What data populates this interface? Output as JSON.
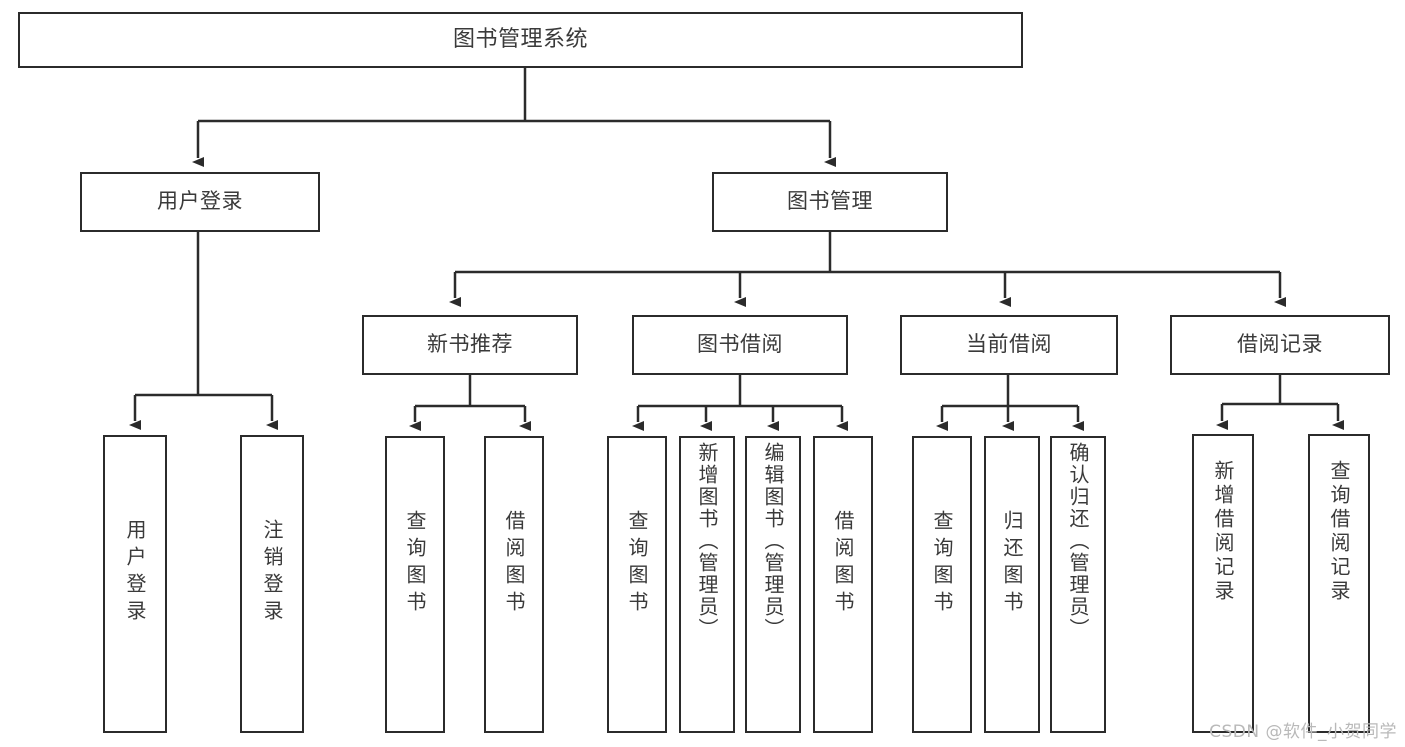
{
  "diagram": {
    "title": "图书管理系统",
    "type": "tree-hierarchy",
    "stroke_color": "#2b2b2b",
    "text_color": "#3a3a3a",
    "background": "#ffffff",
    "root": {
      "label": "图书管理系统"
    },
    "level2": [
      {
        "label": "用户登录"
      },
      {
        "label": "图书管理"
      }
    ],
    "level3": [
      {
        "label": "新书推荐"
      },
      {
        "label": "图书借阅"
      },
      {
        "label": "当前借阅"
      },
      {
        "label": "借阅记录"
      }
    ],
    "leaves": {
      "user_login": [
        {
          "label": "用户登录"
        },
        {
          "label": "注销登录"
        }
      ],
      "new_book_recommend": [
        {
          "label": "查询图书"
        },
        {
          "label": "借阅图书"
        }
      ],
      "book_borrow": [
        {
          "label": "查询图书"
        },
        {
          "label": "新增图书（管理员）"
        },
        {
          "label": "编辑图书（管理员）"
        },
        {
          "label": "借阅图书"
        }
      ],
      "current_borrow": [
        {
          "label": "查询图书"
        },
        {
          "label": "归还图书"
        },
        {
          "label": "确认归还（管理员）"
        }
      ],
      "borrow_record": [
        {
          "label": "新增借阅记录"
        },
        {
          "label": "查询借阅记录"
        }
      ]
    }
  },
  "watermark": {
    "text": "CSDN @软件_小贺同学"
  }
}
